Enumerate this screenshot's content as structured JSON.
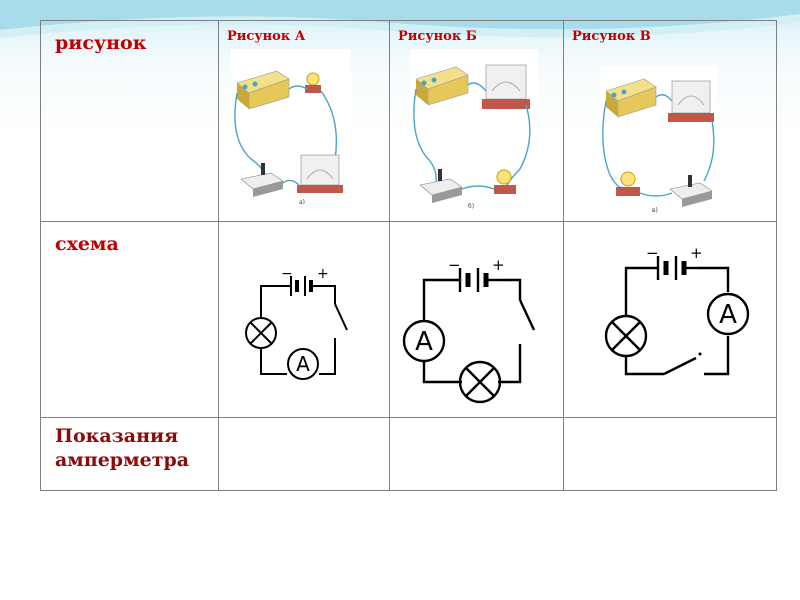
{
  "table": {
    "row_labels": {
      "picture": "рисунок",
      "scheme": "схема",
      "ammeter": "Показания амперметра"
    },
    "column_headers": [
      "Рисунок А",
      "Рисунок Б",
      "Рисунок В"
    ],
    "picture_captions": [
      "а)",
      "б)",
      "в)"
    ],
    "ammeter_readings": [
      "",
      "",
      ""
    ]
  },
  "symbols": {
    "battery_minus": "−",
    "battery_plus": "+",
    "ammeter_letter": "A"
  },
  "colors": {
    "label_red": "#c00000",
    "wire_blue": "#4aa6c8",
    "grid": "#7f7f7f"
  }
}
